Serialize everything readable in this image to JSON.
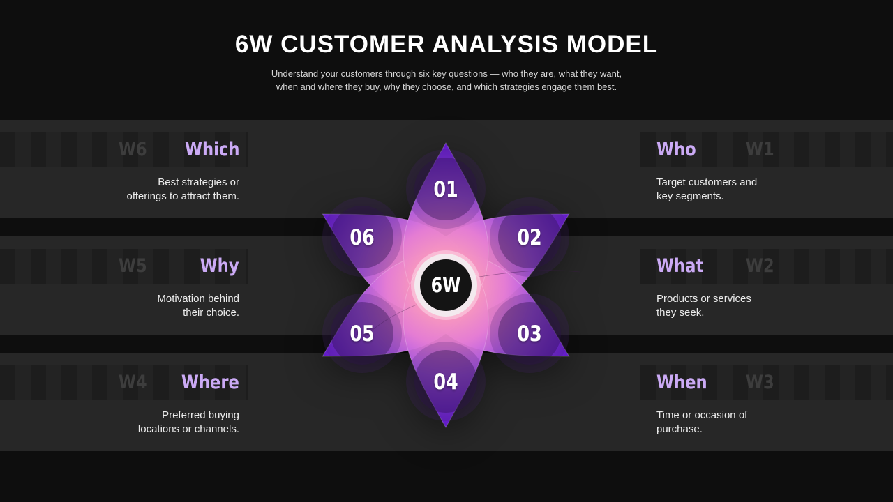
{
  "slide": {
    "title": "6W CUSTOMER ANALYSIS MODEL",
    "subtitle": "Understand your customers through six key questions — who they are, what they want,\nwhen and where they buy, why they choose, and which strategies engage them best."
  },
  "flower": {
    "center_label": "6W",
    "petals": [
      {
        "number": "01"
      },
      {
        "number": "02"
      },
      {
        "number": "03"
      },
      {
        "number": "04"
      },
      {
        "number": "05"
      },
      {
        "number": "06"
      }
    ]
  },
  "sections": [
    {
      "code": "W6",
      "name": "Which",
      "description": "Best strategies or\nofferings to attract them."
    },
    {
      "code": "W1",
      "name": "Who",
      "description": "Target customers and\nkey segments."
    },
    {
      "code": "W5",
      "name": "Why",
      "description": "Motivation behind\ntheir choice."
    },
    {
      "code": "W2",
      "name": "What",
      "description": "Products or services\nthey seek."
    },
    {
      "code": "W4",
      "name": "Where",
      "description": "Preferred buying\nlocations or channels."
    },
    {
      "code": "W3",
      "name": "When",
      "description": "Time or occasion of\npurchase."
    }
  ],
  "colors": {
    "background": "#0e0e0e",
    "row_band": "#272727",
    "heading_strip": "#202020",
    "section_name": "#cbaaf5",
    "section_code": "#3d3d3d",
    "description_text": "#ececec",
    "title_text": "#ffffff",
    "petal_inner_pink": "#ffccd6",
    "petal_mid_magenta": "#e57dd4",
    "petal_violet": "#a854ec",
    "petal_outer_purple": "#5d15cb",
    "center_circle": "#141414",
    "center_ring": "#f3e9ee"
  }
}
